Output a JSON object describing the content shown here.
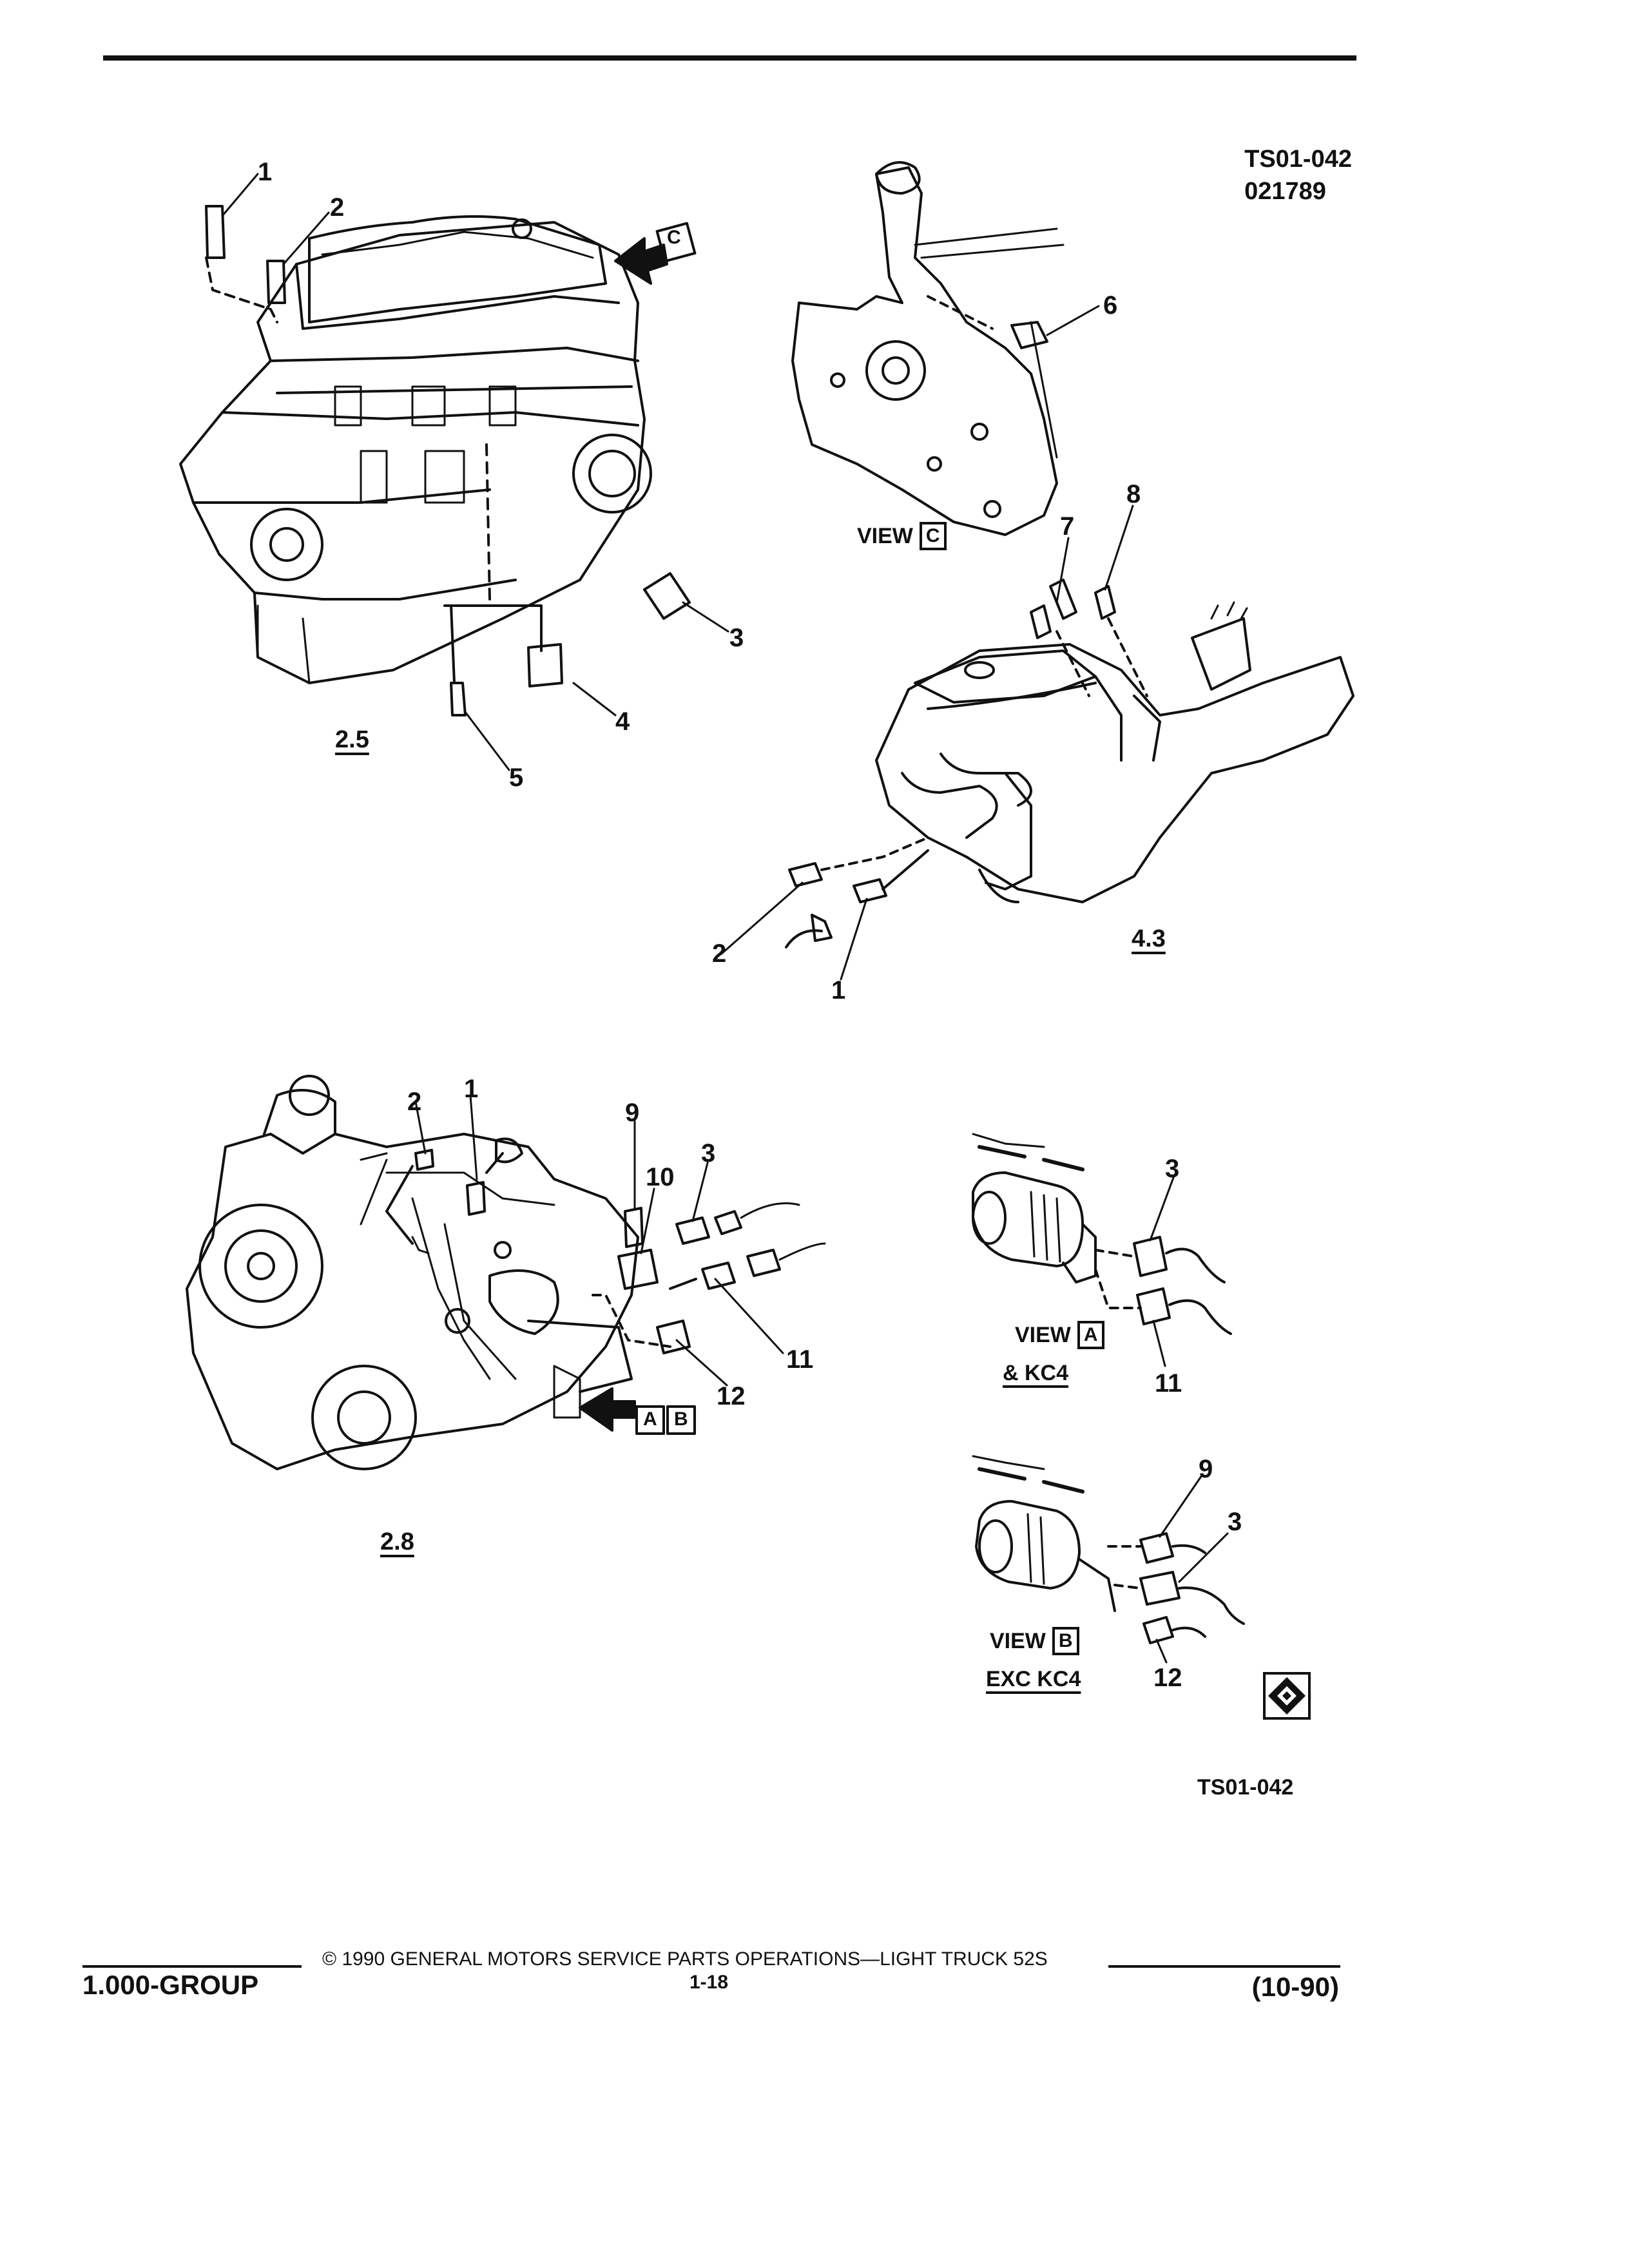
{
  "header": {
    "ref_code": "TS01-042",
    "ref_date": "021789"
  },
  "sections": {
    "s25": "2.5",
    "s43": "4.3",
    "s28": "2.8"
  },
  "views": {
    "view_c": {
      "word": "VIEW",
      "letter": "C"
    },
    "view_a": {
      "word": "VIEW",
      "letter": "A",
      "sub": "& KC4"
    },
    "view_b": {
      "word": "VIEW",
      "letter": "B",
      "sub": "EXC KC4"
    }
  },
  "arrows": {
    "arrow_c": "C",
    "arrow_a": "A",
    "arrow_b": "B"
  },
  "callouts": {
    "c25_1": "1",
    "c25_2": "2",
    "c25_3": "3",
    "c25_4": "4",
    "c25_5": "5",
    "cvc_6": "6",
    "c43_7": "7",
    "c43_8": "8",
    "c43_2": "2",
    "c43_1": "1",
    "c28_2": "2",
    "c28_1": "1",
    "c28_9": "9",
    "c28_10": "10",
    "c28_3": "3",
    "c28_11": "11",
    "c28_12": "12",
    "cva_3": "3",
    "cva_11": "11",
    "cvb_9": "9",
    "cvb_3": "3",
    "cvb_12": "12"
  },
  "figure_code": "TS01-042",
  "footer": {
    "group": "1.000-GROUP",
    "copyright": "© 1990 GENERAL MOTORS SERVICE PARTS OPERATIONS—LIGHT TRUCK 52S",
    "page": "1-18",
    "revision": "(10-90)"
  }
}
